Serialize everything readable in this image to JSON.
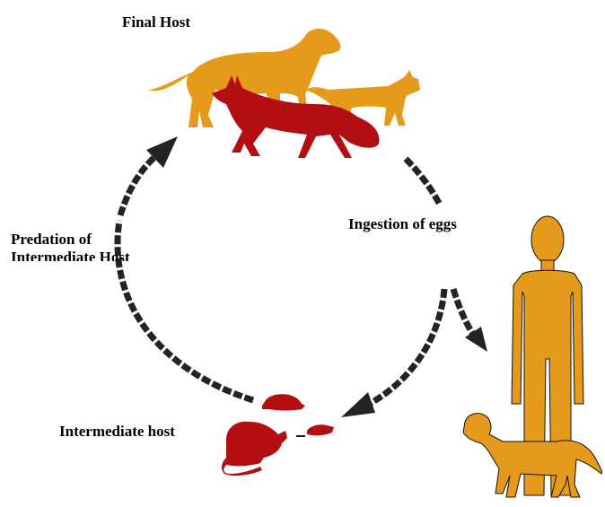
{
  "labels": {
    "final_host": "Final Host",
    "ingestion": "Ingestion of eggs",
    "intermediate": "Intermediate host",
    "predation_line1": "Predation of",
    "predation_line2": "Intermediate Host"
  },
  "colors": {
    "orange": "#E59A1C",
    "red": "#B30F12",
    "arrow": "#1f1f1f"
  },
  "icons": [
    "dog-icon",
    "cat-icon",
    "fox-icon",
    "human-icon",
    "rodent-icon"
  ]
}
